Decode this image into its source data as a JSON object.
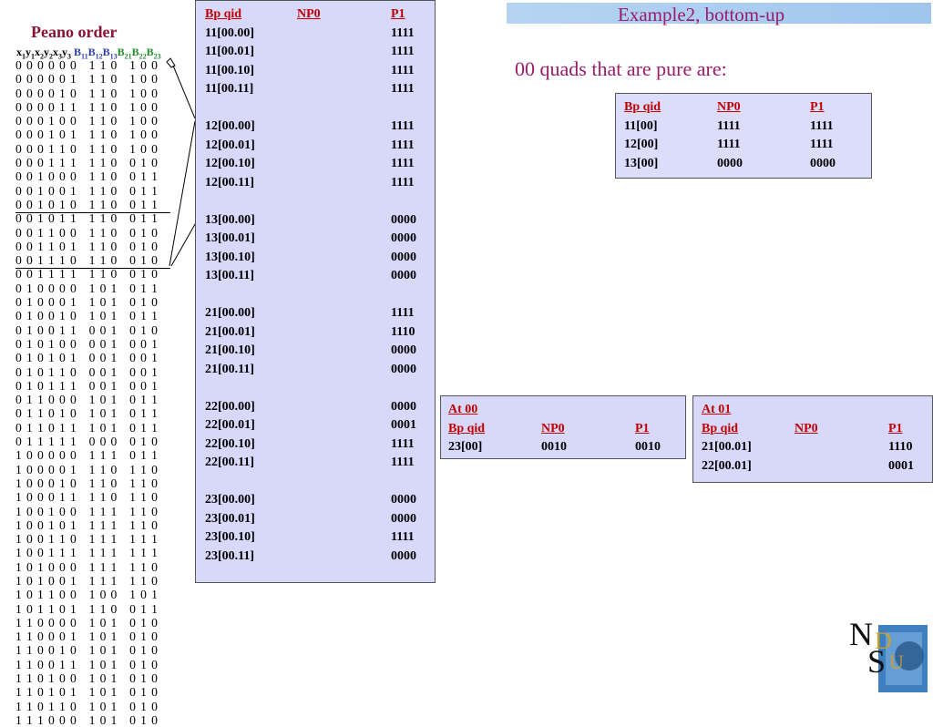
{
  "slide_title": "Example2, bottom-up",
  "peano": {
    "title": "Peano order",
    "rows": [
      "0 0 0 0 0 0   1 1 0   1 0 0",
      "0 0 0 0 0 1   1 1 0   1 0 0",
      "0 0 0 0 1 0   1 1 0   1 0 0",
      "0 0 0 0 1 1   1 1 0   1 0 0",
      "0 0 0 1 0 0   1 1 0   1 0 0",
      "0 0 0 1 0 1   1 1 0   1 0 0",
      "0 0 0 1 1 0   1 1 0   1 0 0",
      "0 0 0 1 1 1   1 1 0   0 1 0",
      "0 0 1 0 0 0   1 1 0   0 1 1",
      "0 0 1 0 0 1   1 1 0   0 1 1",
      "0 0 1 0 1 0   1 1 0   0 1 1",
      "0 0 1 0 1 1   1 1 0   0 1 1",
      "0 0 1 1 0 0   1 1 0   0 1 0",
      "0 0 1 1 0 1   1 1 0   0 1 0",
      "0 0 1 1 1 0   1 1 0   0 1 0",
      "0 0 1 1 1 1   1 1 0   0 1 0",
      "0 1 0 0 0 0   1 0 1   0 1 1",
      "0 1 0 0 0 1   1 0 1   0 1 0",
      "0 1 0 0 1 0   1 0 1   0 1 1",
      "0 1 0 0 1 1   0 0 1   0 1 0",
      "0 1 0 1 0 0   0 0 1   0 0 1",
      "0 1 0 1 0 1   0 0 1   0 0 1",
      "0 1 0 1 1 0   0 0 1   0 0 1",
      "0 1 0 1 1 1   0 0 1   0 0 1",
      "0 1 1 0 0 0   1 0 1   0 1 1",
      "0 1 1 0 1 0   1 0 1   0 1 1",
      "0 1 1 0 1 1   1 0 1   0 1 1",
      "0 1 1 1 1 1   0 0 0   0 1 0",
      "1 0 0 0 0 0   1 1 1   0 1 1",
      "1 0 0 0 0 1   1 1 0   1 1 0",
      "1 0 0 0 1 0   1 1 0   1 1 0",
      "1 0 0 0 1 1   1 1 0   1 1 0",
      "1 0 0 1 0 0   1 1 1   1 1 0",
      "1 0 0 1 0 1   1 1 1   1 1 0",
      "1 0 0 1 1 0   1 1 1   1 1 1",
      "1 0 0 1 1 1   1 1 1   1 1 1",
      "1 0 1 0 0 0   1 1 1   1 1 0",
      "1 0 1 0 0 1   1 1 1   1 1 0",
      "1 0 1 1 0 0   1 0 0   1 0 1",
      "1 0 1 1 0 1   1 1 0   0 1 1",
      "1 1 0 0 0 0   1 0 1   0 1 0",
      "1 1 0 0 0 1   1 0 1   0 1 0",
      "1 1 0 0 1 0   1 0 1   0 1 0",
      "1 1 0 0 1 1   1 0 1   0 1 0",
      "1 1 0 1 0 0   1 0 1   0 1 0",
      "1 1 0 1 0 1   1 0 1   0 1 0",
      "1 1 0 1 1 0   1 0 1   0 1 0",
      "1 1 1 0 0 0   1 0 1   0 1 0"
    ]
  },
  "main_table": {
    "headers": [
      "Bp qid",
      "NP0",
      "P1"
    ],
    "rows": [
      [
        "11[00.00]",
        "",
        "1111"
      ],
      [
        "11[00.01]",
        "",
        "1111"
      ],
      [
        "11[00.10]",
        "",
        "1111"
      ],
      [
        "11[00.11]",
        "",
        "1111"
      ],
      [
        "",
        "",
        ""
      ],
      [
        "12[00.00]",
        "",
        "1111"
      ],
      [
        "12[00.01]",
        "",
        "1111"
      ],
      [
        "12[00.10]",
        "",
        "1111"
      ],
      [
        "12[00.11]",
        "",
        "1111"
      ],
      [
        "",
        "",
        ""
      ],
      [
        "13[00.00]",
        "",
        "0000"
      ],
      [
        "13[00.01]",
        "",
        "0000"
      ],
      [
        "13[00.10]",
        "",
        "0000"
      ],
      [
        "13[00.11]",
        "",
        "0000"
      ],
      [
        "",
        "",
        ""
      ],
      [
        "21[00.00]",
        "",
        "1111"
      ],
      [
        "21[00.01]",
        "",
        "1110"
      ],
      [
        "21[00.10]",
        "",
        "0000"
      ],
      [
        "21[00.11]",
        "",
        "0000"
      ],
      [
        "",
        "",
        ""
      ],
      [
        "22[00.00]",
        "",
        "0000"
      ],
      [
        "22[00.01]",
        "",
        "0001"
      ],
      [
        "22[00.10]",
        "",
        "1111"
      ],
      [
        "22[00.11]",
        "",
        "1111"
      ],
      [
        "",
        "",
        ""
      ],
      [
        "23[00.00]",
        "",
        "0000"
      ],
      [
        "23[00.01]",
        "",
        "0000"
      ],
      [
        "23[00.10]",
        "",
        "1111"
      ],
      [
        "23[00.11]",
        "",
        "0000"
      ]
    ]
  },
  "pure": {
    "heading": "00 quads that are pure are:",
    "headers": [
      "Bp qid",
      "NP0",
      "P1"
    ],
    "rows": [
      [
        "11[00]",
        "1111",
        "1111"
      ],
      [
        "12[00]",
        "1111",
        "1111"
      ],
      [
        "13[00]",
        "0000",
        "0000"
      ]
    ]
  },
  "at00": {
    "label": "At 00",
    "headers": [
      "Bp qid",
      "NP0",
      "P1"
    ],
    "rows": [
      [
        "23[00]",
        "0010",
        "0010"
      ]
    ]
  },
  "at01": {
    "label": "At 01",
    "headers": [
      "Bp qid",
      "NP0",
      "P1"
    ],
    "rows": [
      [
        "21[00.01]",
        "",
        "1110"
      ],
      [
        "22[00.01]",
        "",
        "0001"
      ]
    ]
  },
  "logo": {
    "letters": [
      "N",
      "D",
      "S",
      "U"
    ]
  },
  "colors": {
    "title_text": "#9b1b6b",
    "panel_fill": "#d8d8fb",
    "header_red": "#c00000",
    "title_bar": "#a9ccf0"
  }
}
